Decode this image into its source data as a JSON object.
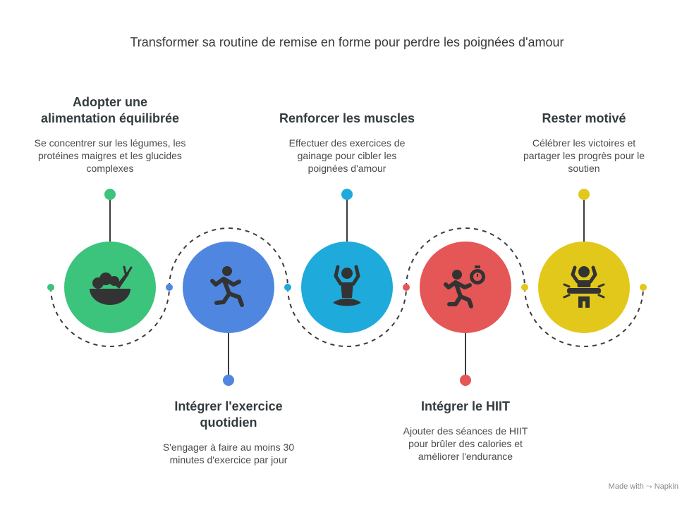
{
  "title": "Transformer sa routine de remise en forme pour perdre les poignées d'amour",
  "steps": [
    {
      "title": "Adopter une alimentation équilibrée",
      "description": "Se concentrer sur les légumes, les protéines maigres et les glucides complexes",
      "color": "#3cc47c",
      "icon": "salad-bowl-icon"
    },
    {
      "title": "Intégrer l'exercice quotidien",
      "description": "S'engager à faire au moins 30 minutes d'exercice par jour",
      "color": "#4f87e0",
      "icon": "running-person-icon"
    },
    {
      "title": "Renforcer les muscles",
      "description": "Effectuer des exercices de gainage pour cibler les poignées d'amour",
      "color": "#1eaadb",
      "icon": "meditating-person-icon"
    },
    {
      "title": "Intégrer le HIIT",
      "description": "Ajouter des séances de HIIT pour brûler des calories et améliorer l'endurance",
      "color": "#e55656",
      "icon": "running-stopwatch-icon"
    },
    {
      "title": "Rester motivé",
      "description": "Célébrer les victoires et partager les progrès pour le soutien",
      "color": "#e2c81b",
      "icon": "celebrating-person-icon"
    }
  ],
  "footer": {
    "made_with": "Made with",
    "brand": "Napkin"
  }
}
